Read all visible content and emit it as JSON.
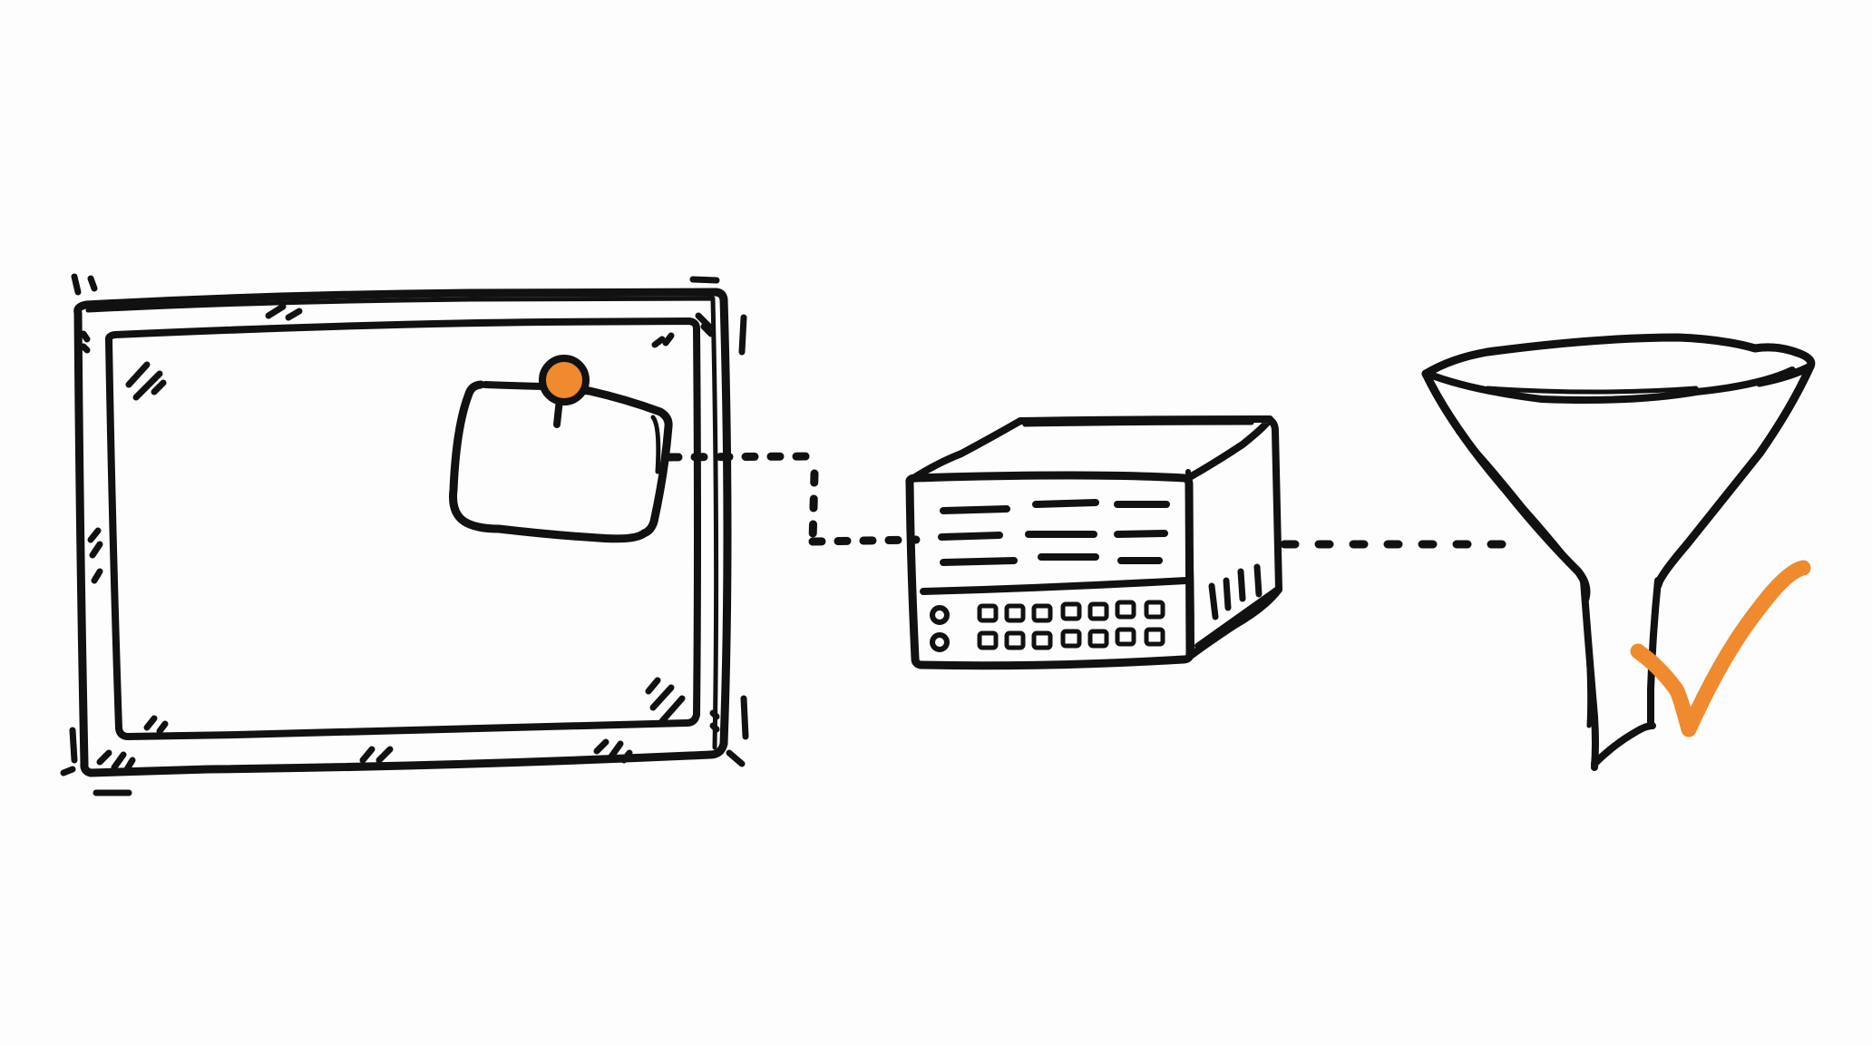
{
  "colors": {
    "background": "#fdfdfd",
    "ink": "#111111",
    "accent": "#ef8a2e"
  },
  "nodes": [
    {
      "id": "browser-window",
      "icon": "window-with-popup-icon"
    },
    {
      "id": "server",
      "icon": "server-rack-icon"
    },
    {
      "id": "funnel",
      "icon": "funnel-icon"
    },
    {
      "id": "checkmark",
      "icon": "checkmark-icon"
    }
  ],
  "connectors": [
    {
      "from": "browser-window",
      "to": "server",
      "style": "dashed",
      "shape": "elbow"
    },
    {
      "from": "server",
      "to": "funnel",
      "style": "dashed",
      "shape": "straight"
    }
  ]
}
